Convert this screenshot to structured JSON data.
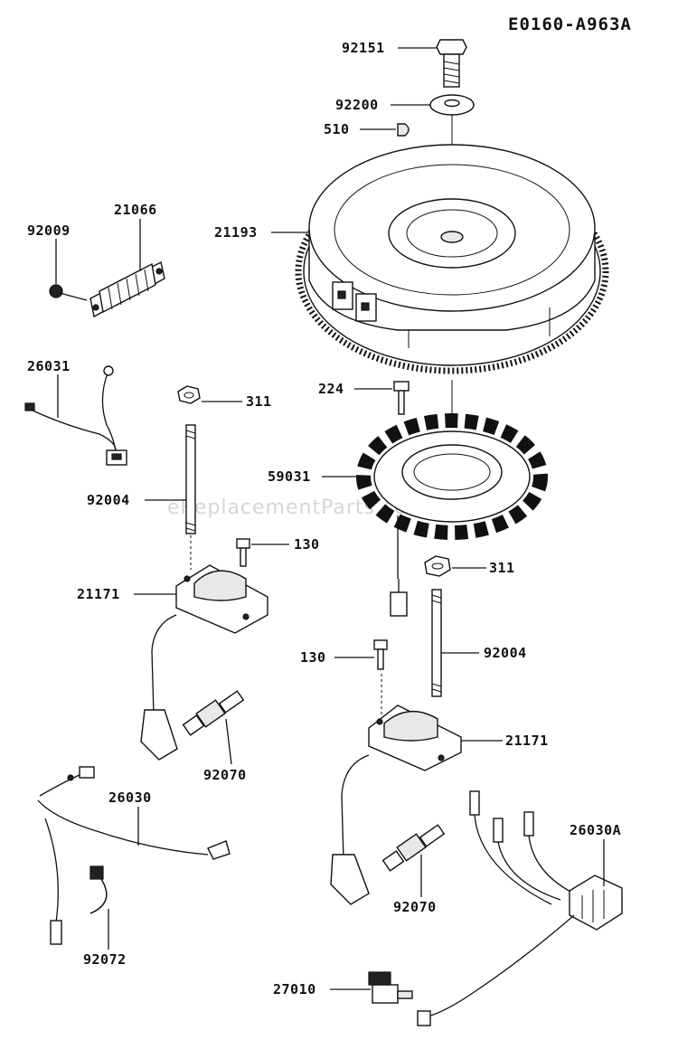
{
  "diagram_code": "E0160-A963A",
  "watermark": "eReplacementParts.com",
  "callouts": {
    "c92151": "92151",
    "c92200": "92200",
    "c510": "510",
    "c92009": "92009",
    "c21066": "21066",
    "c21193": "21193",
    "c26031": "26031",
    "c311a": "311",
    "c224": "224",
    "c59031": "59031",
    "c92004a": "92004",
    "c130a": "130",
    "c311b": "311",
    "c21171a": "21171",
    "c130b": "130",
    "c92004b": "92004",
    "c21171b": "21171",
    "c92070a": "92070",
    "c26030": "26030",
    "c26030A": "26030A",
    "c92070b": "92070",
    "c92072": "92072",
    "c27010": "27010"
  }
}
